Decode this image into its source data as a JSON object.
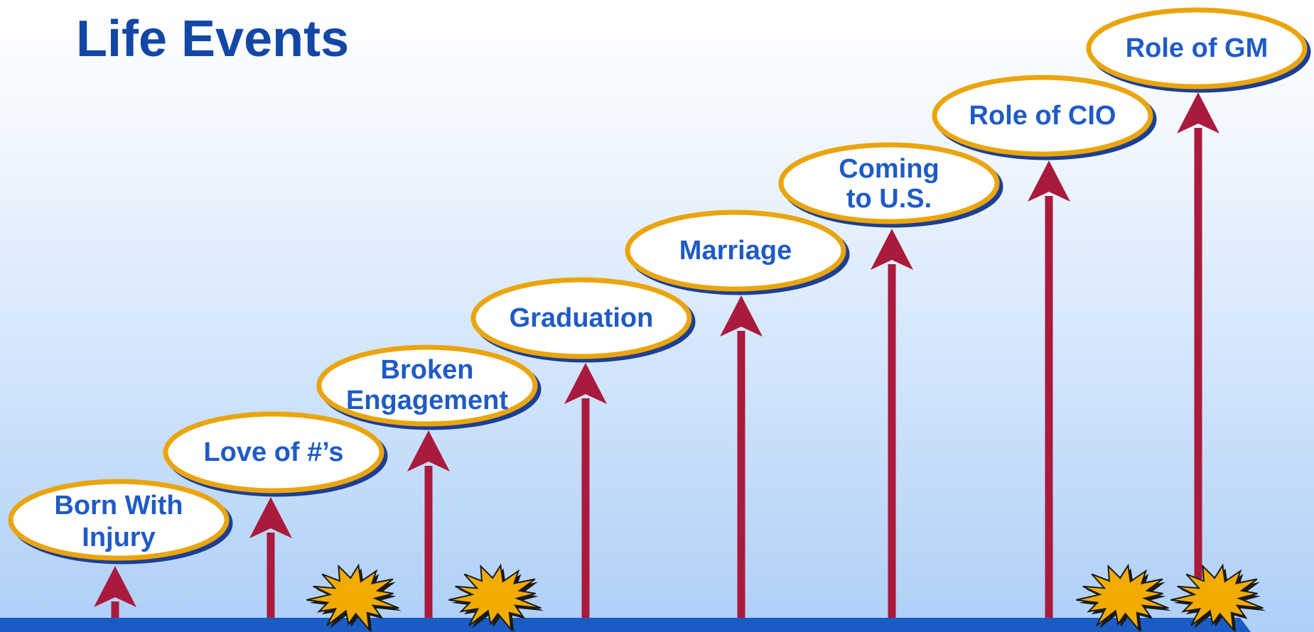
{
  "title": "Life Events",
  "colors": {
    "title": "#1347a6",
    "label_text": "#1f5bc6",
    "ellipse_border": "#eaa50e",
    "ellipse_shadow": "#1d3f93",
    "ellipse_fill": "#ffffff",
    "arrow": "#aa1a3c",
    "ground": "#1a5cc3",
    "burst_fill": "#f2ab00",
    "burst_outline": "#1a1a1a"
  },
  "events": [
    {
      "id": "born-with-injury",
      "lines": [
        "Born With",
        "Injury"
      ]
    },
    {
      "id": "love-of-numbers",
      "lines": [
        "Love of #’s"
      ]
    },
    {
      "id": "broken-engagement",
      "lines": [
        "Broken",
        "Engagement"
      ]
    },
    {
      "id": "graduation",
      "lines": [
        "Graduation"
      ]
    },
    {
      "id": "marriage",
      "lines": [
        "Marriage"
      ]
    },
    {
      "id": "coming-to-us",
      "lines": [
        "Coming",
        "to U.S."
      ]
    },
    {
      "id": "role-of-cio",
      "lines": [
        "Role of CIO"
      ]
    },
    {
      "id": "role-of-gm",
      "lines": [
        "Role of GM"
      ]
    }
  ],
  "bursts": [
    {
      "id": "burst-1"
    },
    {
      "id": "burst-2"
    },
    {
      "id": "burst-3"
    },
    {
      "id": "burst-4"
    }
  ]
}
